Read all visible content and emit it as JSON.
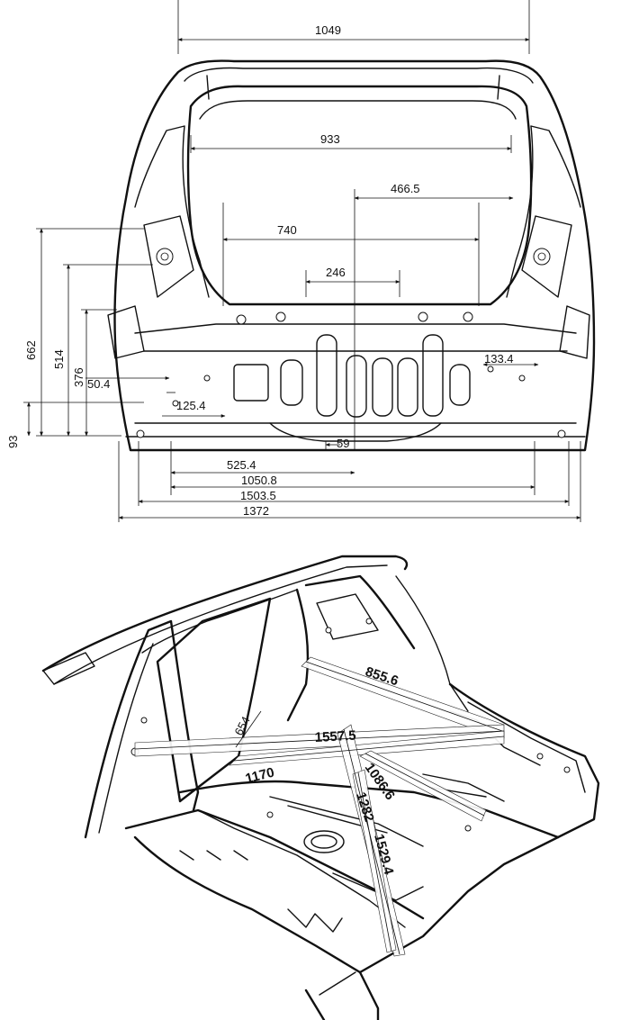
{
  "rear_view": {
    "dimensions": {
      "opening_top_width": "1049",
      "glass_width": "933",
      "half_width": "466.5",
      "inner_width": "740",
      "latch_width": "246",
      "height_total": "662",
      "height_514": "514",
      "height_376": "376",
      "offset_50_4": "50.4",
      "offset_125_4": "125.4",
      "height_93": "93",
      "lamp_133_4": "133.4",
      "offset_59": "59",
      "half_525_4": "525.4",
      "width_1050_8": "1050.8",
      "width_1503_5": "1503.5",
      "width_1372": "1372"
    }
  },
  "iso_view": {
    "dimensions": {
      "diag_855_6": "855.6",
      "diag_654": "654",
      "diag_1557_5": "1557.5",
      "diag_1170": "1170",
      "diag_1086_6": "1086.6",
      "diag_1282": "1282",
      "diag_1529_4": "1529.4"
    }
  }
}
